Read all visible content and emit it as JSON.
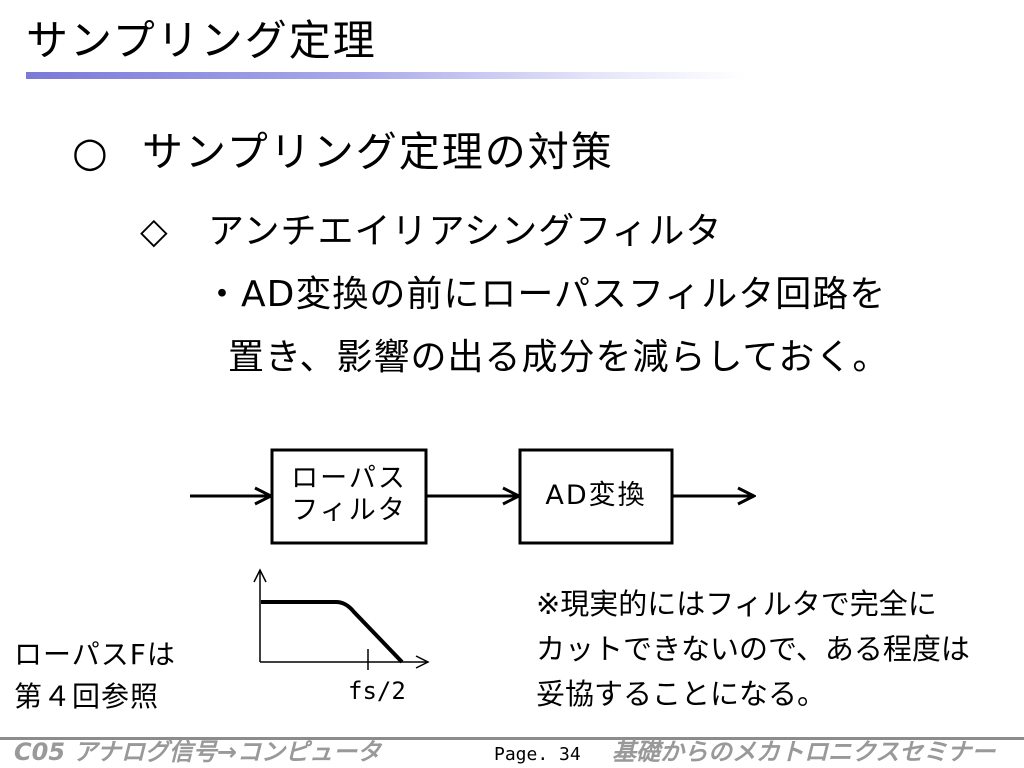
{
  "title": "サンプリング定理",
  "heading": {
    "mark": "○",
    "text": "サンプリング定理の対策"
  },
  "subheading": {
    "mark": "◇",
    "text": "アンチエイリアシングフィルタ"
  },
  "bullet_lines": [
    "・AD変換の前にローパスフィルタ回路を",
    "置き、影響の出る成分を減らしておく。"
  ],
  "diagram": {
    "lpf_block": [
      "ローパス",
      "フィルタ"
    ],
    "ad_block": "AD変換",
    "axis_label": "fs/2"
  },
  "side_note": [
    "ローパスFは",
    "第４回参照"
  ],
  "note": [
    "※現実的にはフィルタで完全に",
    "カットできないので、ある程度は",
    "妥協することになる。"
  ],
  "footer": {
    "left": "C05 アナログ信号→コンピュータ",
    "page": "Page. 34",
    "right": "基礎からのメカトロニクスセミナー"
  }
}
